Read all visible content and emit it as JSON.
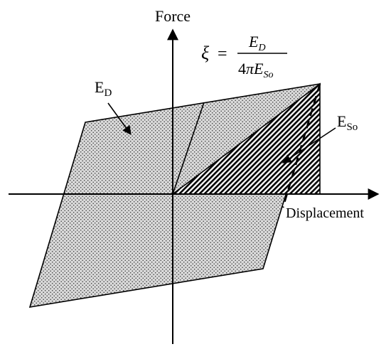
{
  "axes": {
    "y_label": "Force",
    "x_label": "Displacement"
  },
  "formula": {
    "lhs": "ξ",
    "eq": "=",
    "num_base": "E",
    "num_sub": "D",
    "den_coef": "4",
    "den_pi": "π",
    "den_base": "E",
    "den_sub": "So"
  },
  "labels": {
    "ed_base": "E",
    "ed_sub": "D",
    "eso_base": "E",
    "eso_sub": "So"
  },
  "colors": {
    "loop_fill": "#d9d9d9",
    "stroke": "#000000"
  }
}
